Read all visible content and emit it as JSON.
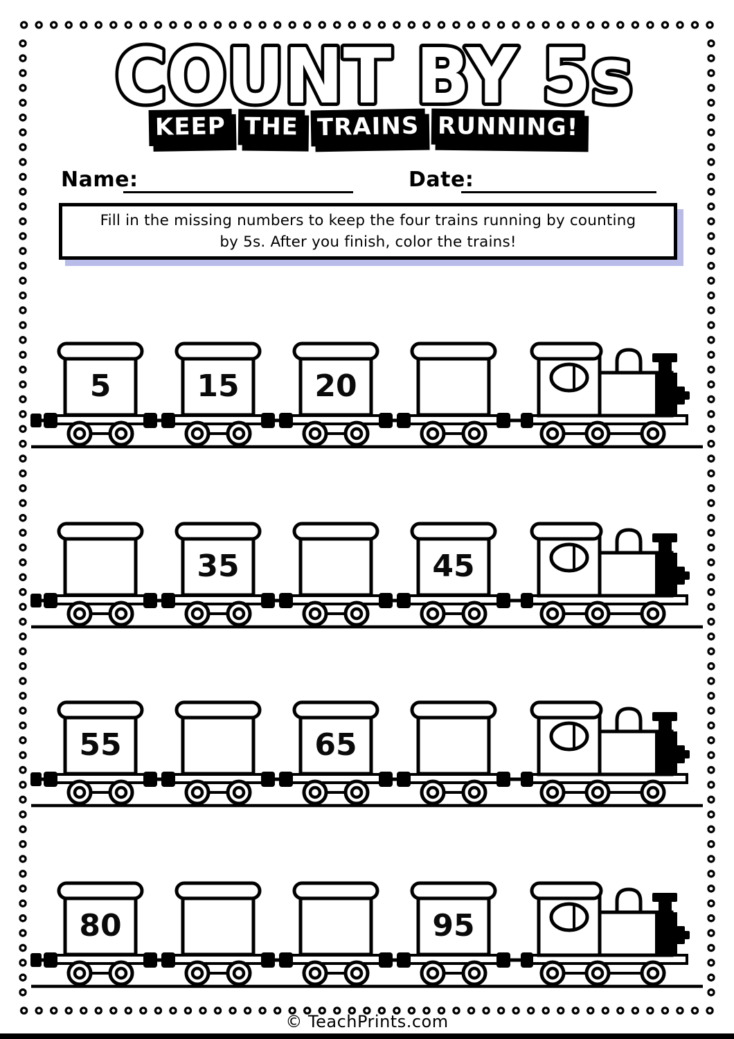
{
  "header": {
    "title": "COUNT BY 5s",
    "subtitle_words": [
      "KEEP",
      "THE",
      "TRAINS",
      "RUNNING!"
    ]
  },
  "fields": {
    "name_label": "Name:",
    "date_label": "Date:"
  },
  "instructions": {
    "line1": "Fill in the missing numbers to keep the four trains running by counting",
    "line2": "by 5s. After you finish, color the trains!"
  },
  "trains": [
    {
      "cars": [
        "5",
        "15",
        "20",
        ""
      ]
    },
    {
      "cars": [
        "",
        "35",
        "",
        "45"
      ]
    },
    {
      "cars": [
        "55",
        "",
        "65",
        ""
      ]
    },
    {
      "cars": [
        "80",
        "",
        "",
        "95"
      ]
    }
  ],
  "footer": {
    "credit": "© TeachPrints.com"
  },
  "colors": {
    "ink": "#000000",
    "paper": "#ffffff",
    "instruction_shadow": "#b9bce9"
  }
}
